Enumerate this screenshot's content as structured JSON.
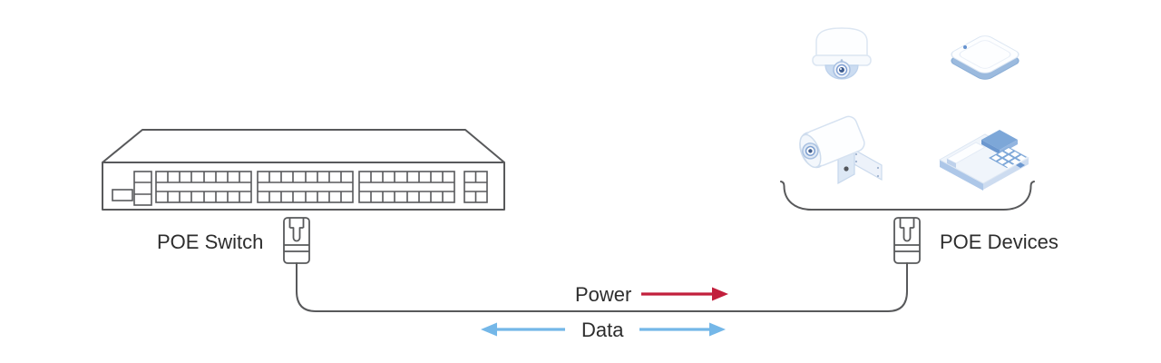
{
  "diagram": {
    "title_hint": "POE power and data flow diagram",
    "switch": {
      "label": "POE Switch"
    },
    "devices": {
      "label": "POE Devices",
      "items": [
        "dome-camera",
        "wireless-access-point",
        "bullet-camera",
        "ip-phone"
      ]
    },
    "flows": {
      "power_label": "Power",
      "power_direction": "right",
      "data_label": "Data",
      "data_direction": "both"
    }
  },
  "icons": {
    "switch": "48-port-network-switch-icon",
    "connector_left": "rj45-plug-icon",
    "connector_right": "rj45-plug-icon",
    "cable": "ethernet-cable-line",
    "bracket": "devices-grouping-brace",
    "device_1": "dome-camera-icon",
    "device_2": "access-point-icon",
    "device_3": "bullet-camera-icon",
    "device_4": "ip-phone-icon"
  },
  "colors": {
    "outline": "#58595b",
    "text": "#2d2d2d",
    "power_arrow": "#c21f3c",
    "data_arrow": "#74b7e8",
    "device_blue": "#7da7d8",
    "device_light_blue": "#c9daf0",
    "device_stroke": "#dce6f2",
    "background": "#ffffff"
  }
}
